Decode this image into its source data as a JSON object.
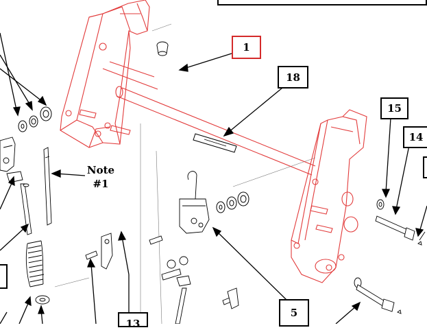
{
  "diagram": {
    "header_text": "",
    "callouts": {
      "c1": "1",
      "c18": "18",
      "c15": "15",
      "c14": "14",
      "c5": "5",
      "c13": "13"
    },
    "note": {
      "line1": "Note",
      "line2": "#1"
    },
    "decal_text": "",
    "colors": {
      "frame": "#e23a3a",
      "ink": "#000000",
      "callout_red": "#d42a2a"
    }
  }
}
